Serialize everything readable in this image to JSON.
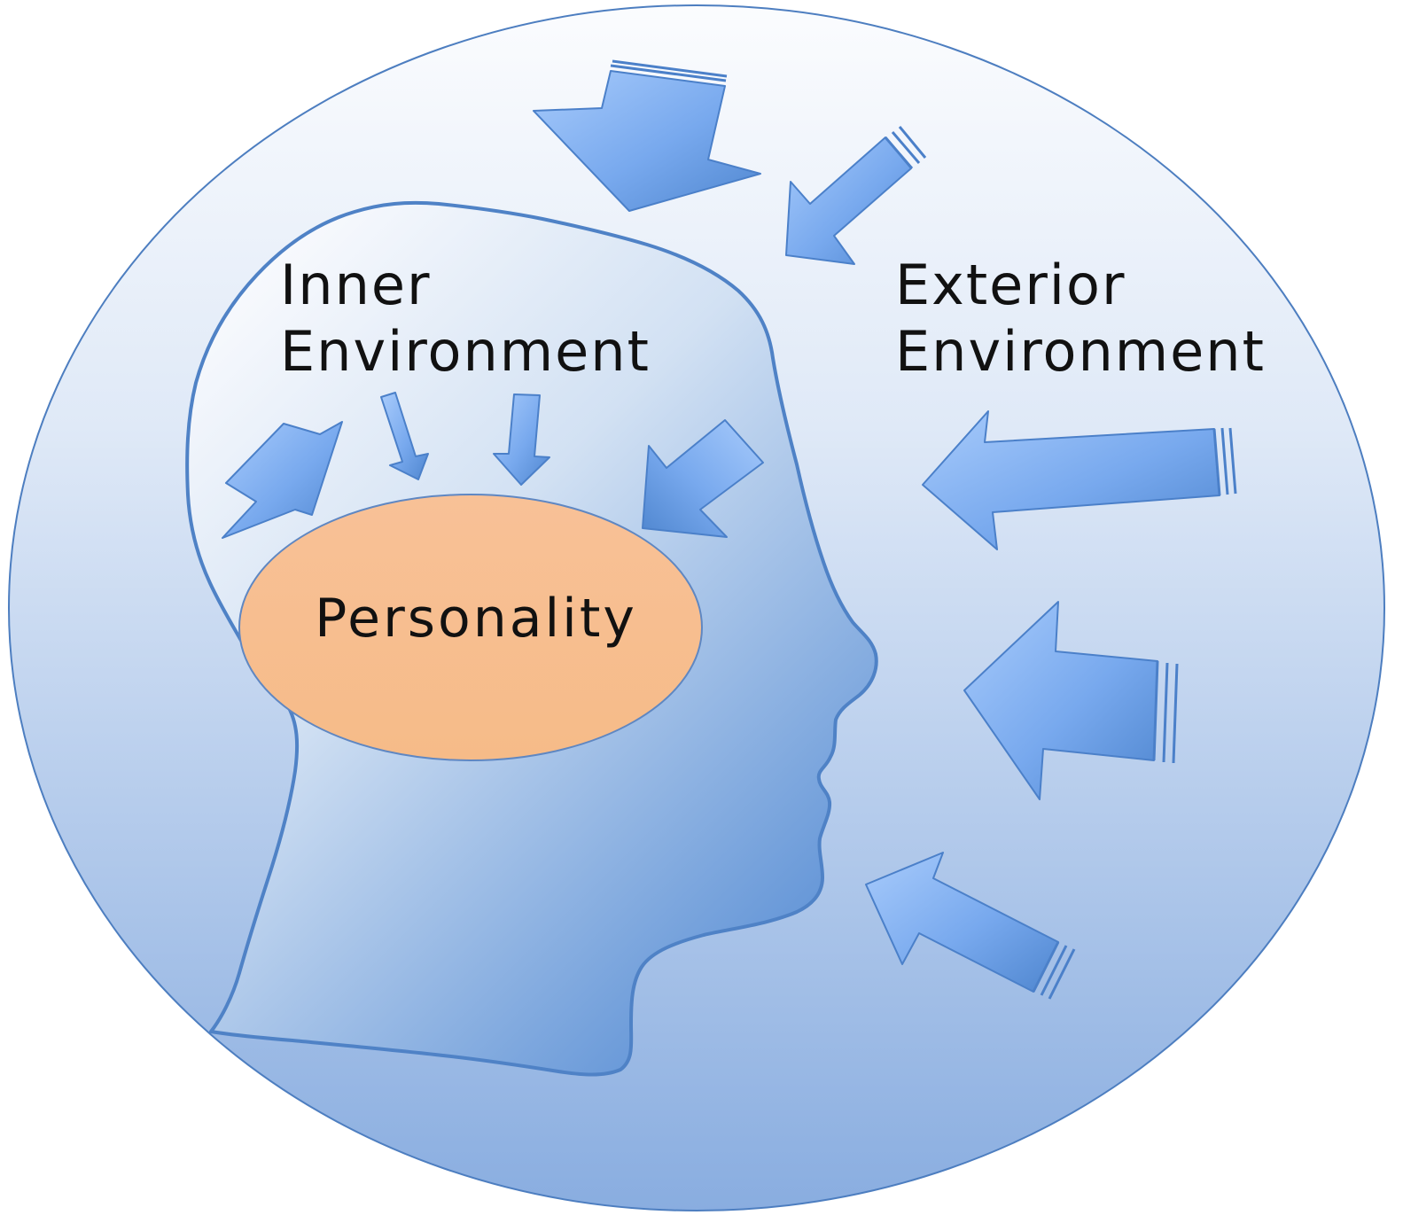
{
  "diagram": {
    "center_label": "Personality",
    "inner_label": [
      "Inner",
      "Environment"
    ],
    "exterior_label": [
      "Exterior",
      "Environment"
    ],
    "colors": {
      "circle_top": "#f8fafd",
      "circle_bottom": "#8db1e1",
      "circle_stroke": "#4d7ec0",
      "head_light": "#edf3fa",
      "head_dark": "#5b8fd4",
      "head_stroke": "#4f82c6",
      "arrow_light": "#9dc2f6",
      "arrow_dark": "#4a82cf",
      "ellipse_fill": "#f7bf8f",
      "ellipse_stroke": "#5f87c2",
      "text": "#111111"
    }
  }
}
